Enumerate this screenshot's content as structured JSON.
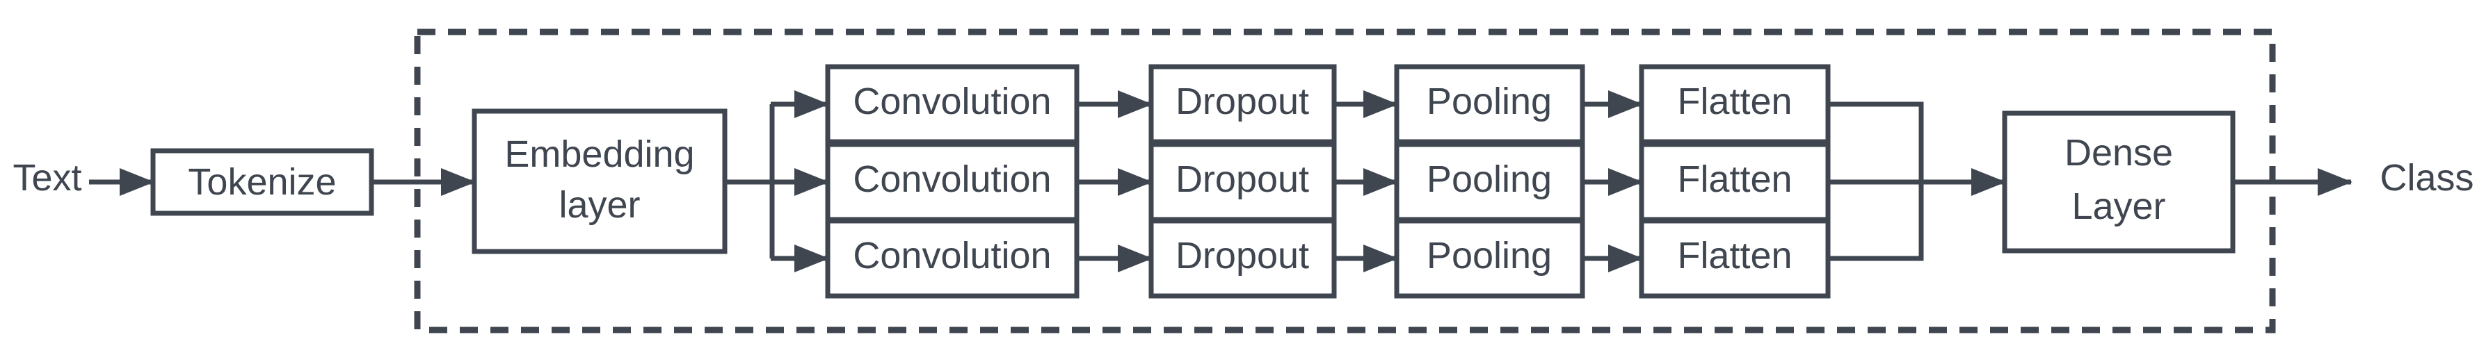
{
  "inputs": {
    "text": "Text"
  },
  "outputs": {
    "class": "Class"
  },
  "tokenize": "Tokenize",
  "embedding": {
    "line1": "Embedding",
    "line2": "layer"
  },
  "branches": [
    {
      "convolution": "Convolution",
      "dropout": "Dropout",
      "pooling": "Pooling",
      "flatten": "Flatten"
    },
    {
      "convolution": "Convolution",
      "dropout": "Dropout",
      "pooling": "Pooling",
      "flatten": "Flatten"
    },
    {
      "convolution": "Convolution",
      "dropout": "Dropout",
      "pooling": "Pooling",
      "flatten": "Flatten"
    }
  ],
  "dense": {
    "line1": "Dense",
    "line2": "Layer"
  },
  "colors": {
    "ink": "#3f4650",
    "background": "#ffffff"
  }
}
